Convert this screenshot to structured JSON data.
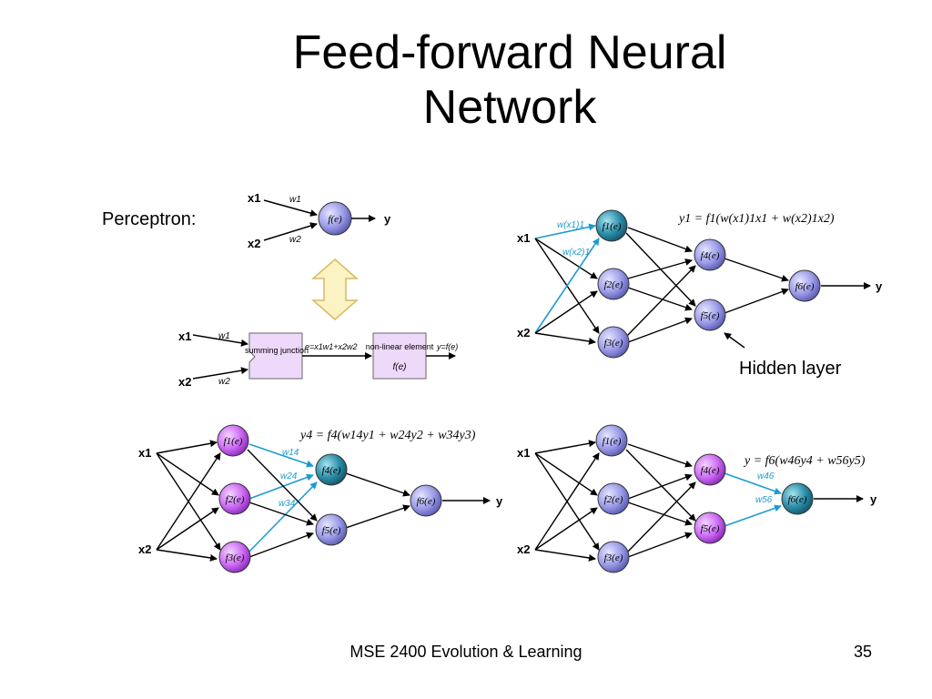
{
  "title": "Feed-forward Neural Network",
  "perceptron_label": "Perceptron:",
  "hidden_layer_label": "Hidden layer",
  "footer": {
    "course": "MSE 2400 Evolution & Learning",
    "page": "35"
  },
  "colors": {
    "blue": "#1d9bd0",
    "node_lavender": "#9a9ae8",
    "node_teal": "#2a8ea8",
    "node_purple": "#cc6af5",
    "box": "#efd9fb",
    "arrow_fill": "#fbf3c4",
    "arrow_stroke": "#d4bb62"
  },
  "perceptron": {
    "x1": "x1",
    "x2": "x2",
    "w1": "w1",
    "w2": "w2",
    "node": "f(e)",
    "y": "y"
  },
  "block": {
    "x1": "x1",
    "x2": "x2",
    "w1": "w1",
    "w2": "w2",
    "summing": "summing junction",
    "e_eq": "e=x1w1+x2w2",
    "nonlinear": "non-linear element",
    "nonlinear_f": "f(e)",
    "out": "y=f(e)"
  },
  "net1": {
    "formula": "y1 = f1(w(x1)1x1 + w(x2)1x2)",
    "w_top": "w(x1)1",
    "w_bottom": "w(x2)1",
    "nodes": [
      "f1(e)",
      "f2(e)",
      "f3(e)",
      "f4(e)",
      "f5(e)",
      "f6(e)"
    ],
    "x1": "x1",
    "x2": "x2",
    "y": "y"
  },
  "net2": {
    "formula": "y4 = f4(w14y1 + w24y2 + w34y3)",
    "weights": [
      "w14",
      "w24",
      "w34"
    ],
    "nodes": [
      "f1(e)",
      "f2(e)",
      "f3(e)",
      "f4(e)",
      "f5(e)",
      "f6(e)"
    ],
    "x1": "x1",
    "x2": "x2",
    "y": "y"
  },
  "net3": {
    "formula": "y = f6(w46y4 + w56y5)",
    "weights": [
      "w46",
      "w56"
    ],
    "nodes": [
      "f1(e)",
      "f2(e)",
      "f3(e)",
      "f4(e)",
      "f5(e)",
      "f6(e)"
    ],
    "x1": "x1",
    "x2": "x2",
    "y": "y"
  }
}
